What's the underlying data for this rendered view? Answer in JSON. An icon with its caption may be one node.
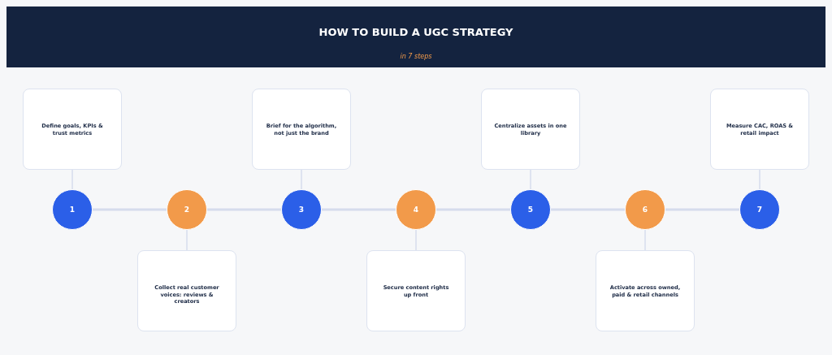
{
  "diagram": {
    "title": "HOW TO BUILD A UGC STRATEGY",
    "nodes": [
      {
        "text": [
          "1"
        ]
      },
      {
        "text": [
          "2"
        ]
      },
      {
        "text": [
          "3"
        ]
      },
      {
        "text": [
          "4"
        ]
      },
      {
        "text": [
          "5"
        ]
      },
      {
        "text": [
          "6"
        ]
      },
      {
        "text": [
          "7"
        ]
      },
      {
        "text": [
          "Define goals, KPIs & trust metrics"
        ]
      },
      {
        "text": [
          "Collect real customer voices: reviews & creators"
        ]
      },
      {
        "text": [
          "Brief for the algorithm, not just the brand"
        ]
      },
      {
        "text": [
          "Secure content rights up front"
        ]
      },
      {
        "text": [
          "Centralize assets in one library"
        ]
      },
      {
        "text": [
          "Activate across owned, paid & retail channels"
        ]
      },
      {
        "text": [
          "Measure CAC, ROAS & retail impact"
        ]
      }
    ],
    "edges": [
      {
        "from": 0,
        "to": 1,
        "arrow": "none"
      },
      {
        "from": 1,
        "to": 2,
        "arrow": "none"
      },
      {
        "from": 2,
        "to": 3,
        "arrow": "none"
      },
      {
        "from": 3,
        "to": 4,
        "arrow": "none"
      },
      {
        "from": 4,
        "to": 5,
        "arrow": "none"
      },
      {
        "from": 5,
        "to": 6,
        "arrow": "none"
      },
      {
        "from": 7,
        "to": 0,
        "arrow": "none"
      },
      {
        "from": 8,
        "to": 1,
        "arrow": "none"
      },
      {
        "from": 9,
        "to": 2,
        "arrow": "none"
      },
      {
        "from": 10,
        "to": 3,
        "arrow": "none"
      },
      {
        "from": 11,
        "to": 4,
        "arrow": "none"
      },
      {
        "from": 12,
        "to": 5,
        "arrow": "none"
      },
      {
        "from": 13,
        "to": 6,
        "arrow": "none"
      }
    ],
    "labels": [
      "in 7 steps"
    ]
  }
}
